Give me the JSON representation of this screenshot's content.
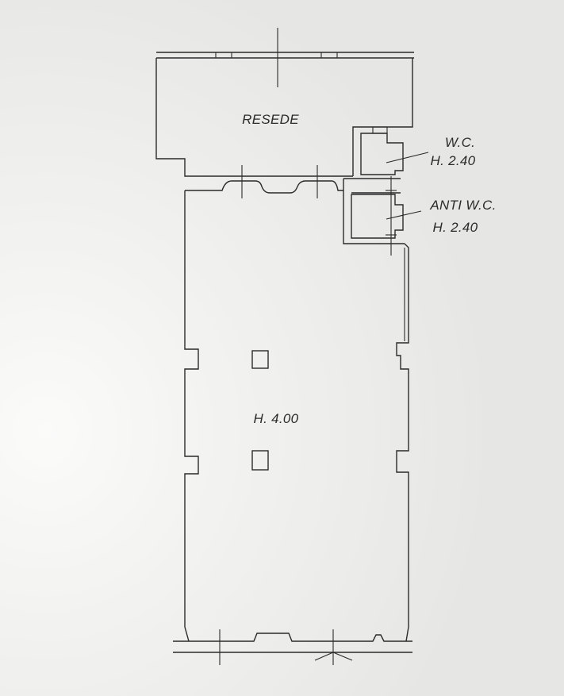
{
  "plan": {
    "courtyard_label": "RESEDE",
    "wc": {
      "label": "W.C.",
      "height": "H. 2.40"
    },
    "anti_wc": {
      "label": "ANTI W.C.",
      "height": "H. 2.40"
    },
    "main_room": {
      "height": "H. 4.00"
    }
  },
  "colors": {
    "line": "#2b2b2b",
    "paper": "#eeeeec"
  }
}
